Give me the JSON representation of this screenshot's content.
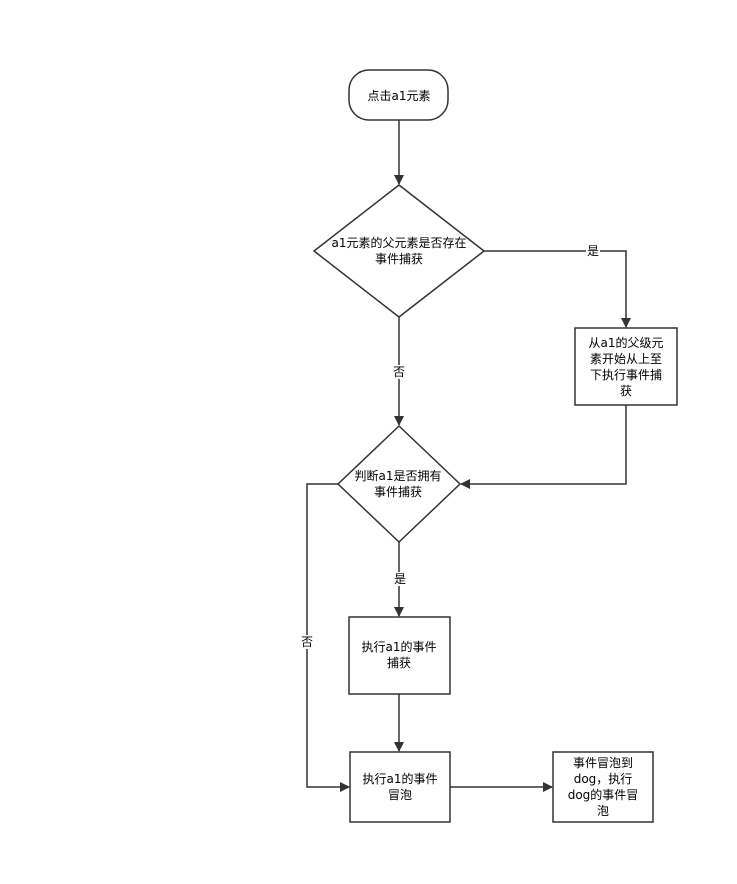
{
  "nodes": {
    "start": {
      "text": "点击a1元素"
    },
    "decision_parent_capture": {
      "text": "a1元素的父元素是否存在\n事件捕获"
    },
    "parent_capture_action": {
      "text": "从a1的父级元\n素开始从上至\n下执行事件捕\n获"
    },
    "decision_a1_capture": {
      "text": "判断a1是否拥有\n事件捕获"
    },
    "a1_capture_action": {
      "text": "执行a1的事件\n捕获"
    },
    "a1_bubble_action": {
      "text": "执行a1的事件\n冒泡"
    },
    "dog_bubble_action": {
      "text": "事件冒泡到\ndog，执行\ndog的事件冒\n泡"
    }
  },
  "edges": {
    "yes_parent": "是",
    "no_parent": "否",
    "yes_a1": "是",
    "no_a1": "否"
  },
  "colors": {
    "stroke": "#333333",
    "fill": "#ffffff",
    "text": "#000000"
  }
}
